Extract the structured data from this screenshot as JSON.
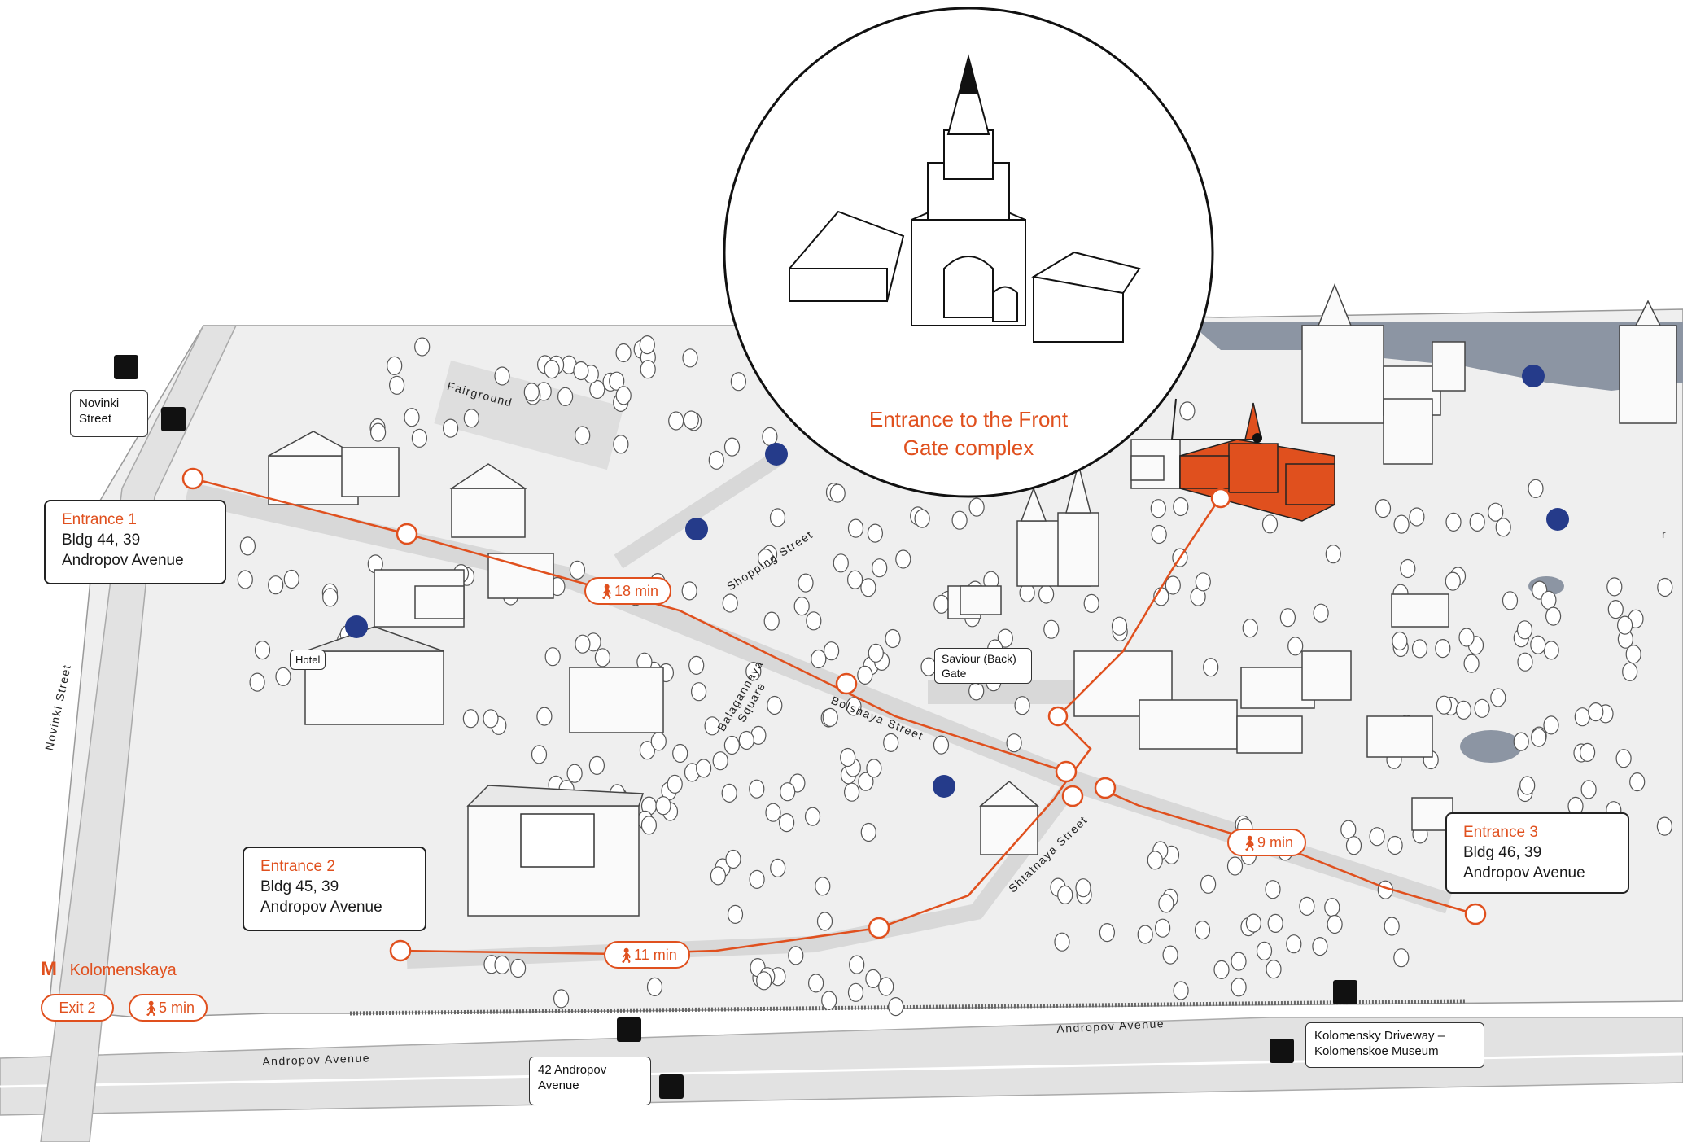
{
  "overlay": {
    "title_line1": "Entrance to the Front",
    "title_line2": "Gate complex"
  },
  "entrances": [
    {
      "title": "Entrance 1",
      "line1": "Bldg 44, 39",
      "line2": "Andropov Avenue"
    },
    {
      "title": "Entrance 2",
      "line1": "Bldg 45, 39",
      "line2": "Andropov Avenue"
    },
    {
      "title": "Entrance 3",
      "line1": "Bldg 46, 39",
      "line2": "Andropov Avenue"
    }
  ],
  "walk_times": {
    "entrance1": "18 min",
    "entrance2": "11 min",
    "entrance3": "9 min",
    "metro": "5 min"
  },
  "metro": {
    "station": "Kolomenskaya",
    "exit": "Exit 2"
  },
  "bus_stops": {
    "novinki_line1": "Novinki",
    "novinki_line2": "Street",
    "andropov_line1": "42 Andropov",
    "andropov_line2": "Avenue",
    "driveway_line1": "Kolomensky Driveway –",
    "driveway_line2": "Kolomenskoe Museum"
  },
  "places": {
    "hotel": "Hotel",
    "saviour_line1": "Saviour (Back)",
    "saviour_line2": "Gate",
    "fairground": "Fairground",
    "balagannaya_line1": "Balagannaya",
    "balagannaya_line2": "Square"
  },
  "streets": {
    "shopping": "Shopping Street",
    "bolshaya": "Bolshaya Street",
    "shtatnaya": "Shtatnaya Street",
    "novinki": "Novinki Street",
    "andropov_left": "Andropov Avenue",
    "andropov_right": "Andropov Avenue",
    "edge_letter": "r"
  },
  "colors": {
    "route": "#e0501e",
    "highlight_building": "#e0501e",
    "cafe": "#253b8a",
    "water": "#8c95a3",
    "ground": "#efefef"
  },
  "icons": [
    "walk-icon",
    "bus-icon",
    "cafe-icon",
    "metro-icon",
    "arrow-icon"
  ]
}
